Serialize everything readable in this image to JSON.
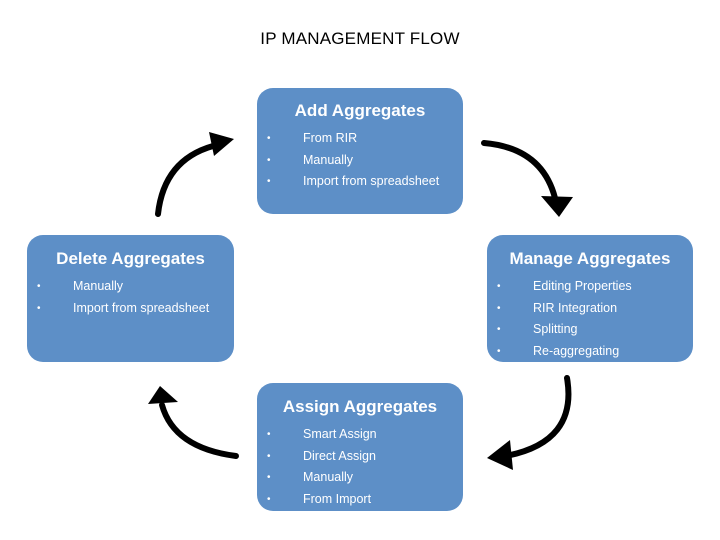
{
  "title": "IP MANAGEMENT FLOW",
  "colors": {
    "box_fill": "#5d8fc7",
    "box_text": "#ffffff",
    "arrow": "#000000"
  },
  "boxes": {
    "add": {
      "title": "Add Aggregates",
      "items": [
        "From RIR",
        "Manually",
        "Import from spreadsheet"
      ]
    },
    "manage": {
      "title": "Manage Aggregates",
      "items": [
        "Editing Properties",
        "RIR Integration",
        "Splitting",
        "Re-aggregating"
      ]
    },
    "assign": {
      "title": "Assign Aggregates",
      "items": [
        "Smart Assign",
        "Direct Assign",
        "Manually",
        "From Import"
      ]
    },
    "delete": {
      "title": "Delete Aggregates",
      "items": [
        "Manually",
        "Import from spreadsheet"
      ]
    }
  },
  "bullet_glyph": "•"
}
